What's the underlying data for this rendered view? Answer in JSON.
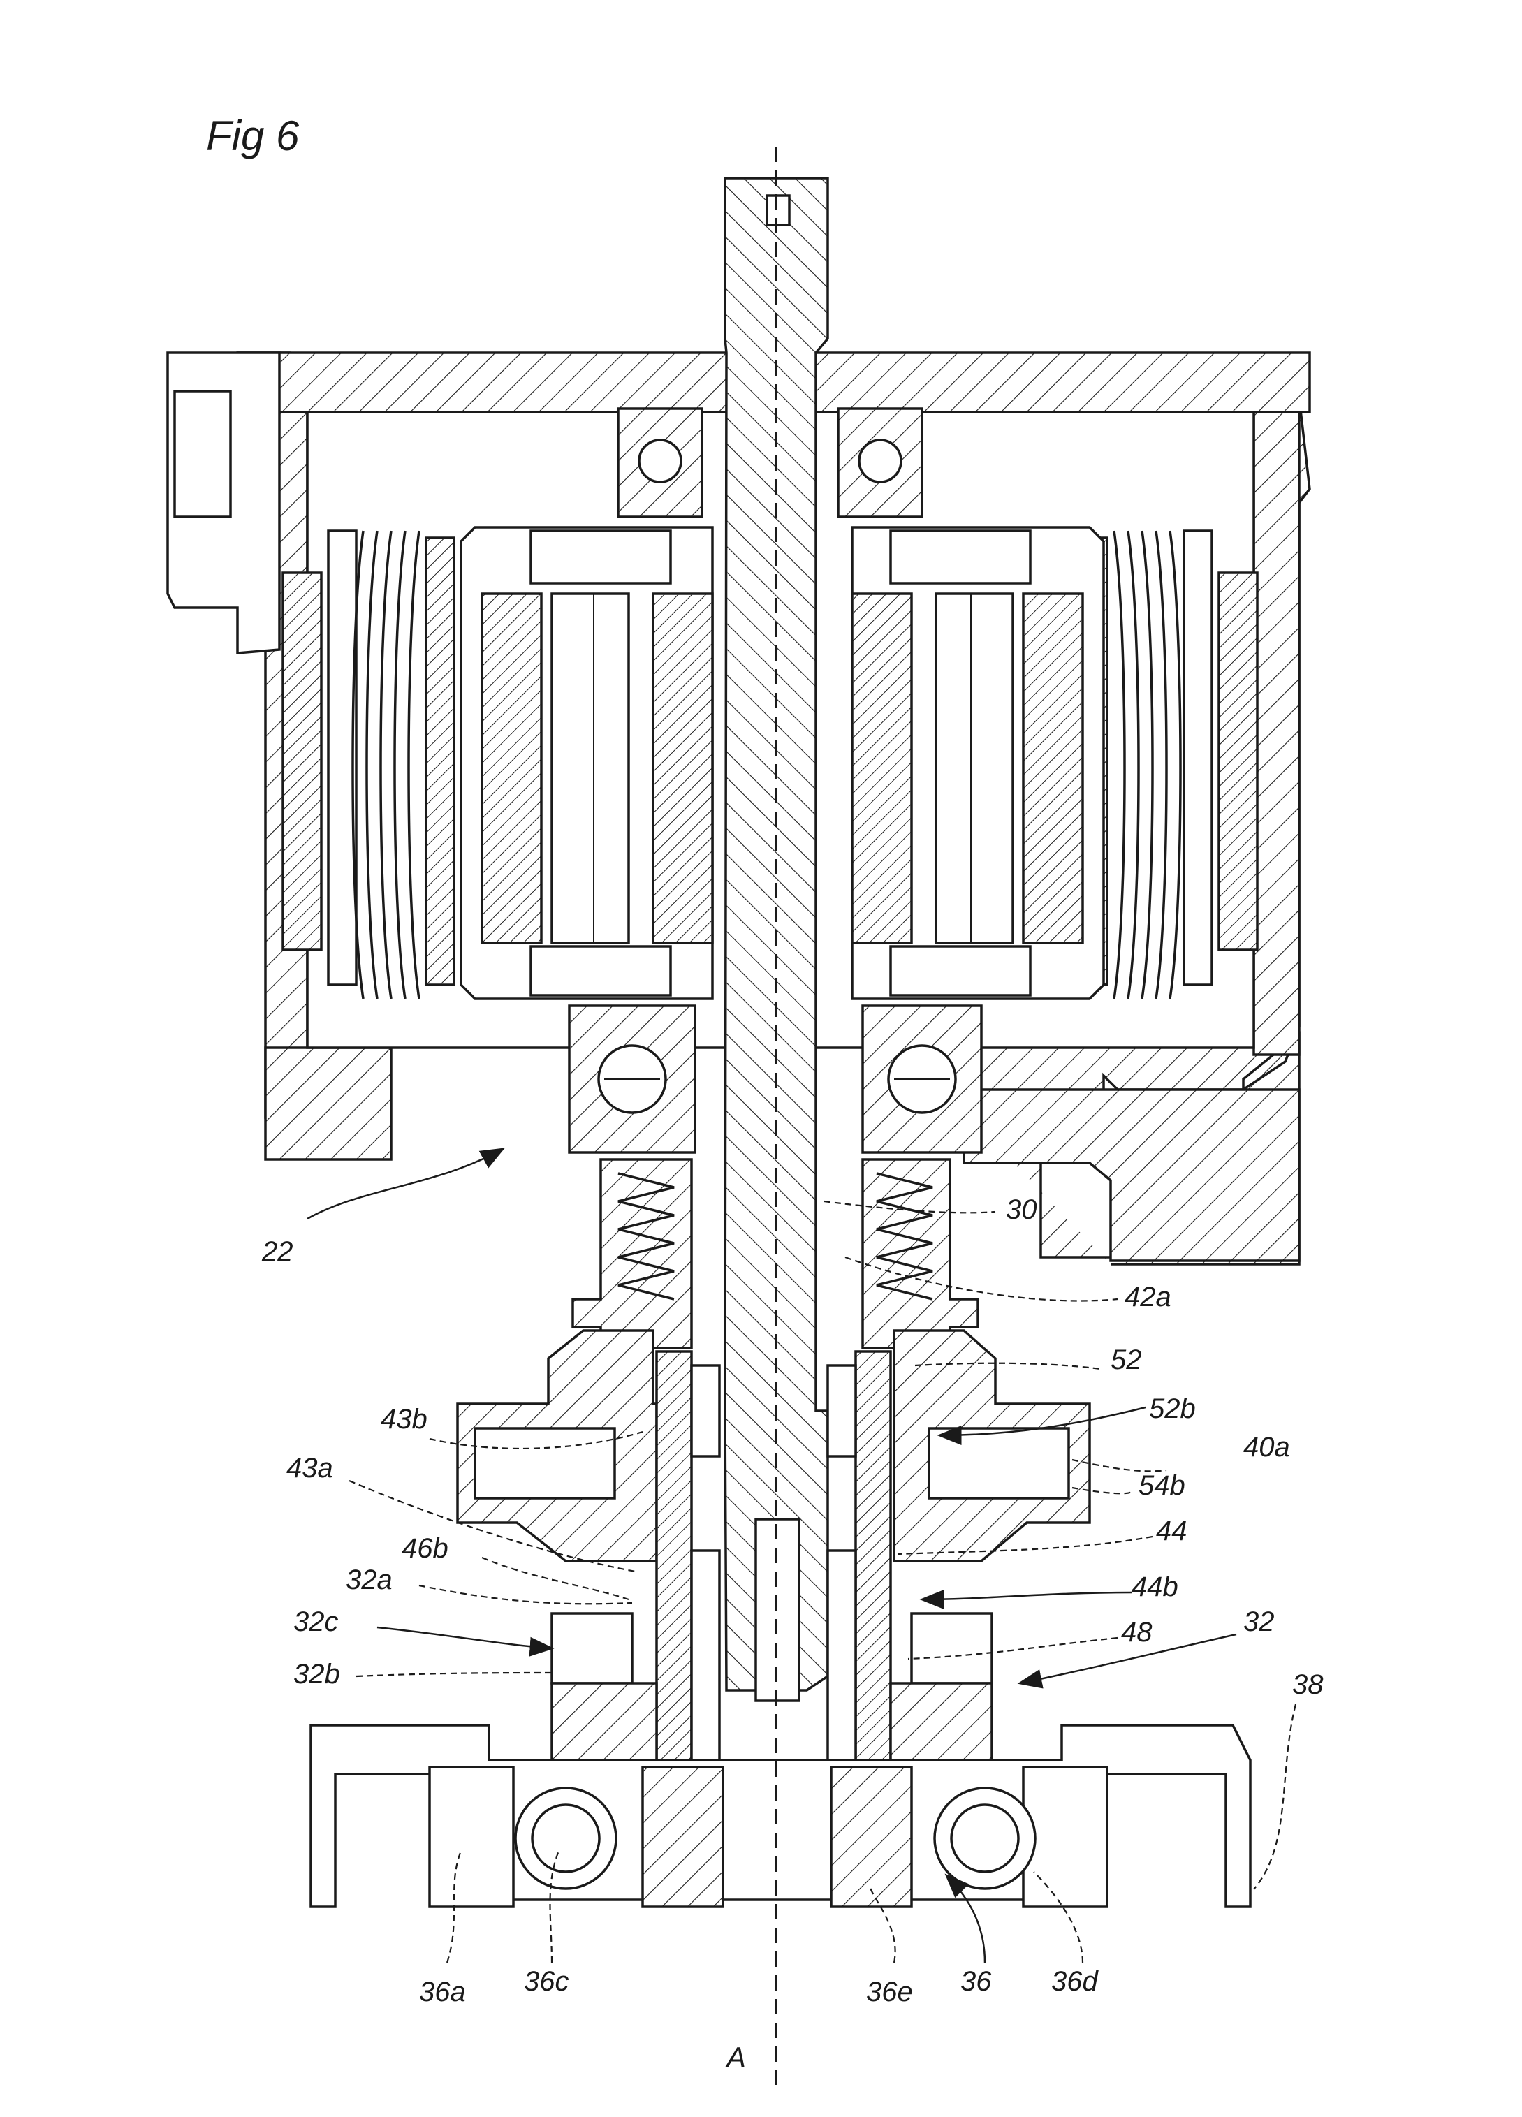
{
  "figure": {
    "title": "Fig 6",
    "axis_label": "A",
    "reference_labels": [
      "22",
      "30",
      "42a",
      "52",
      "43b",
      "52b",
      "40a",
      "54b",
      "43a",
      "46b",
      "44",
      "32a",
      "44b",
      "32c",
      "48",
      "32",
      "32b",
      "38",
      "36a",
      "36c",
      "36e",
      "36",
      "36d"
    ]
  }
}
